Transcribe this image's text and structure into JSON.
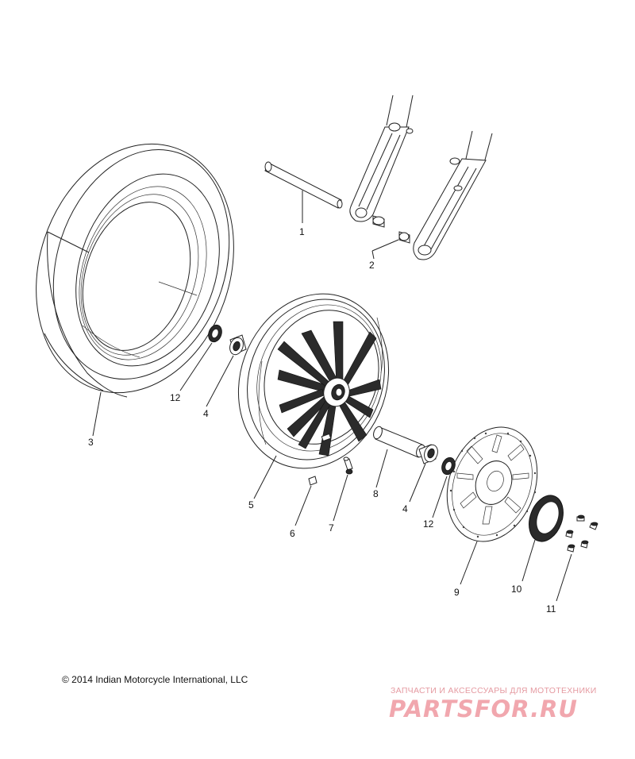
{
  "callouts": [
    {
      "num": "1",
      "part": "axle"
    },
    {
      "num": "2",
      "part": "fork-spacer"
    },
    {
      "num": "3",
      "part": "tire"
    },
    {
      "num": "4",
      "part": "bearing-left"
    },
    {
      "num": "12",
      "part": "seal-left"
    },
    {
      "num": "5",
      "part": "wheel-rim"
    },
    {
      "num": "6",
      "part": "balance-weight"
    },
    {
      "num": "7",
      "part": "valve-stem"
    },
    {
      "num": "8",
      "part": "bearing-spacer"
    },
    {
      "num": "4",
      "part": "bearing-right"
    },
    {
      "num": "12",
      "part": "seal-right"
    },
    {
      "num": "9",
      "part": "brake-rotor"
    },
    {
      "num": "10",
      "part": "tone-ring"
    },
    {
      "num": "11",
      "part": "rotor-bolts"
    }
  ],
  "footer": {
    "copyright": "© 2014 Indian Motorcycle International, LLC"
  },
  "watermark": {
    "subtitle": "ЗАПЧАСТИ И АКСЕССУАРЫ ДЛЯ МОТОТЕХНИКИ",
    "brand": "PARTSFOR.RU"
  }
}
